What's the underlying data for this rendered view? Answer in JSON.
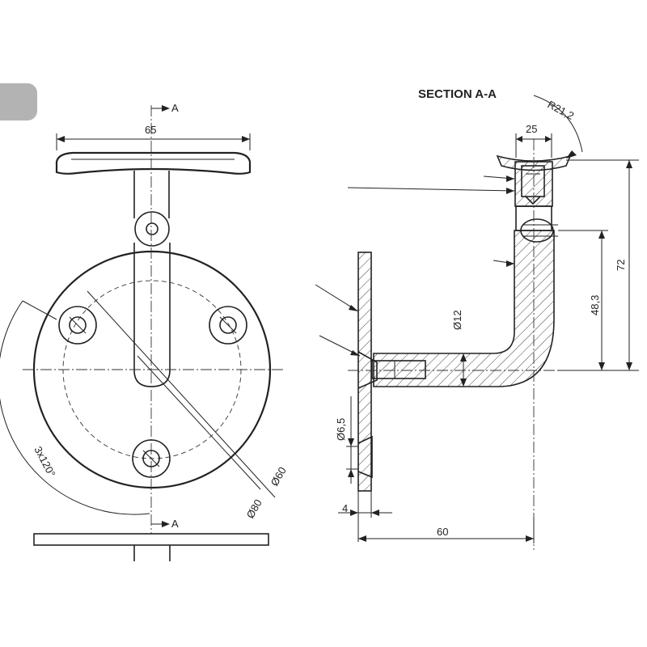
{
  "section_title": "SECTION A-A",
  "labels": {
    "section_mark_top": "A",
    "section_mark_bottom": "A",
    "dim_width_top_plate": "65",
    "dim_radius": "R21,2",
    "dim_saddle_width": "25",
    "dim_height_total": "72",
    "dim_height_arm": "48,3",
    "dim_rod_diameter": "Ø12",
    "dim_hole_diameter": "Ø6,5",
    "dim_base_thickness": "4",
    "dim_projection": "60",
    "dim_bolt_circle": "Ø60",
    "dim_base_diameter": "Ø80",
    "dim_hole_spacing": "3x120°"
  },
  "colors": {
    "line": "#222222",
    "tab": "#b3b3b3",
    "background": "#ffffff"
  }
}
